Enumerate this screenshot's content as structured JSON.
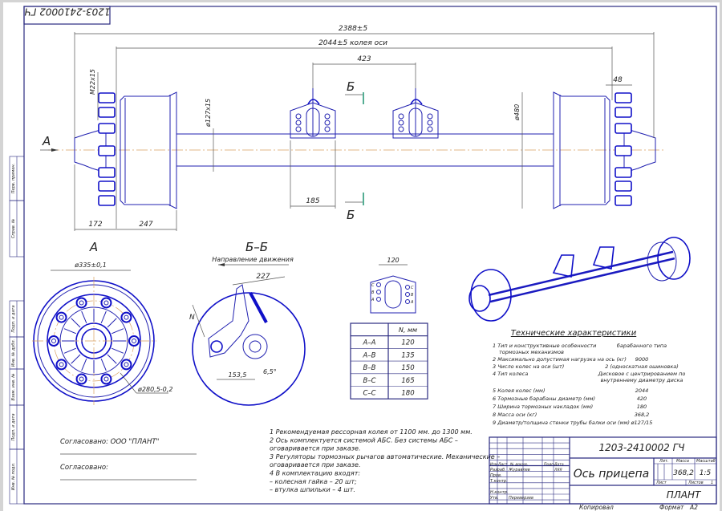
{
  "drawing_number": "1203-2410002 ГЧ",
  "title": "Ось прицепа",
  "organization": "ПЛАНТ",
  "main_view": {
    "view_arrow": "А",
    "section_marks": [
      "Б",
      "Б"
    ],
    "dims": {
      "overall": "2388±5",
      "track": "2044±5 колея оси",
      "bracket_spacing": "423",
      "stud_length": "48",
      "thread": "M22х15",
      "tube": "ø127х15",
      "drum": "ø480",
      "bracket_width": "185",
      "hub_offset": "172",
      "drum_width": "247"
    }
  },
  "view_a": {
    "label": "А",
    "dim_outer": "ø335±0,1",
    "dim_bolt": "ø280,5-0,2"
  },
  "section_bb": {
    "label": "Б–Б",
    "direction": "Направление движения",
    "dims": {
      "width": "227",
      "n": "N",
      "offset": "153,5",
      "angle": "6,5°"
    }
  },
  "bracket_detail": {
    "dim": "120",
    "holes_left": [
      "C",
      "B",
      "A"
    ],
    "holes_right": [
      "C",
      "B",
      "A"
    ]
  },
  "n_table": {
    "header": [
      "",
      "N, мм"
    ],
    "rows": [
      [
        "A–A",
        "120"
      ],
      [
        "A–B",
        "135"
      ],
      [
        "B–B",
        "150"
      ],
      [
        "B–C",
        "165"
      ],
      [
        "C–C",
        "180"
      ]
    ]
  },
  "tech": {
    "heading": "Технические характеристики",
    "items": [
      {
        "label": "1  Тип и конструктивные особенности",
        "label2": "тормозных механизмов",
        "value": "барабанного типа"
      },
      {
        "label": "2  Максимально допустимая нагрузка на ось (кг)",
        "value": "9000"
      },
      {
        "label": "3  Число колес на оси (шт)",
        "value": "2 (односкатная ошиновка)"
      },
      {
        "label": "4  Тип колеса",
        "value": "Дисковое с центрированием по",
        "value2": "внутреннему диаметру диска"
      },
      {
        "label": "5  Колея колес (мм)",
        "value": "2044"
      },
      {
        "label": "6  Тормозные барабаны диаметр (мм)",
        "value": "420"
      },
      {
        "label": "7  Ширина тормозных накладок (мм)",
        "value": "180"
      },
      {
        "label": "8  Масса оси (кг)",
        "value": "368,2"
      },
      {
        "label": "9  Диаметр/толщина стенки трубы балки оси (мм)",
        "value": "ø127/15"
      }
    ]
  },
  "notes": [
    "1 Рекомендуемая рессорная колея от 1100 мм. до 1300 мм.",
    "2 Ось  комплектуется  системой  АБС.  Без  системы  АБС  –",
    "оговаривается при заказе.",
    "3 Регуляторы тормозных рычагов автоматические. Механические –",
    "оговаривается при заказе.",
    "4  В комплектацию входят:",
    "   – колесная гайка – 20 шт;",
    "   – втулка шпильки – 4 шт."
  ],
  "approvals": [
    "Согласовано: ООО \"ПЛАНТ\"",
    "Согласовано:"
  ],
  "side_strip": [
    "Перв. примен.",
    "Справ. №",
    "Подп. и дата",
    "Инв. № дубл.",
    "Взам. инв. №",
    "Подп. и дата",
    "Инв. № подл."
  ],
  "title_block": {
    "header_cells": [
      "Изм",
      "Лист",
      "№ докум.",
      "Подп.",
      "Дата"
    ],
    "roles": [
      "Разраб.",
      "Пров.",
      "Т.контр.",
      "Н.контр.",
      "Утв."
    ],
    "names": [
      "Журавлев",
      "",
      "",
      "",
      "Переверзев"
    ],
    "date": "ЛЯЯ",
    "lit_label": "Лит.",
    "mass_label": "Масса",
    "scale_label": "Масштаб",
    "mass": "368,2",
    "scale": "1:5",
    "sheet_label": "Лист",
    "sheets_label": "Листов",
    "sheets": "1",
    "copied": "Копировал",
    "format_label": "Формат",
    "format": "A2"
  },
  "colors": {
    "line": "#1a1ac0",
    "frame": "#2a2a80",
    "centerline": "#d9a060",
    "section_mark": "#2a9a7a"
  }
}
